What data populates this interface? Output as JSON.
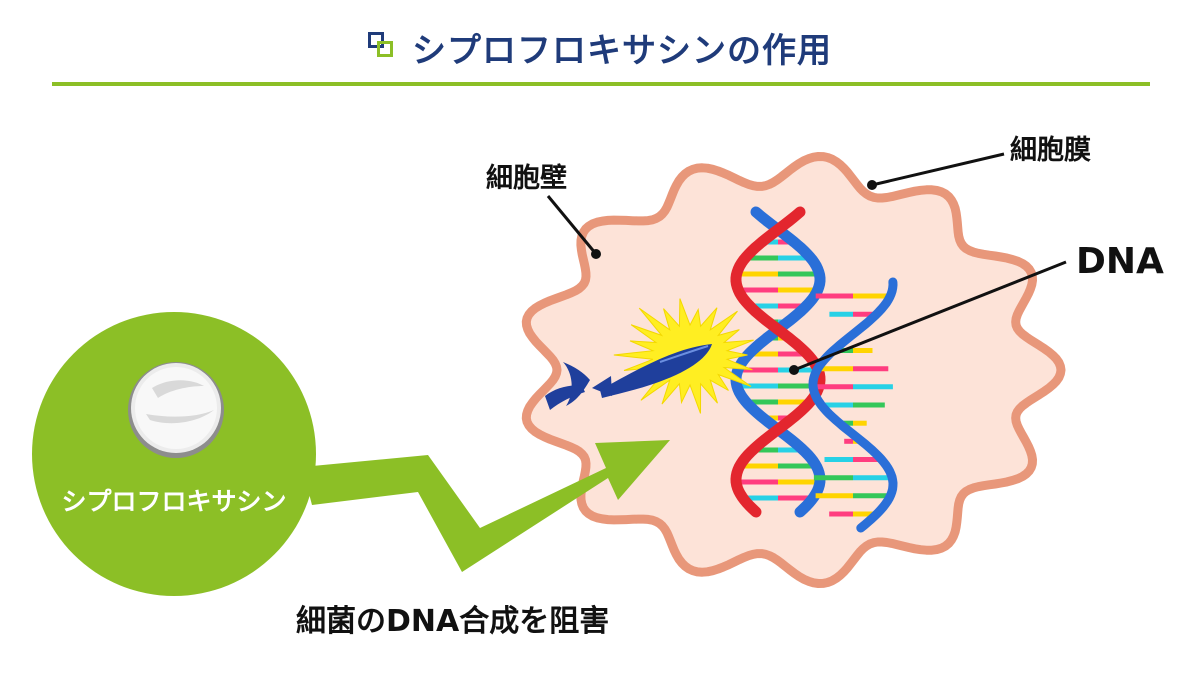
{
  "header": {
    "title": "シプロフロキサシンの作用"
  },
  "labels": {
    "cell_wall": "細胞壁",
    "cell_membrane": "細胞膜",
    "dna": "DNA",
    "drug": "シプロフロキサシン",
    "effect": "細菌のDNA合成を阻害"
  },
  "colors": {
    "title": "#1f3b7a",
    "accent_green": "#8cbf26",
    "cell_fill": "#fde3d8",
    "cell_outline": "#e8977a",
    "dna_red": "#e3262e",
    "dna_blue": "#2a6fd8",
    "sword": "#1f3f9c",
    "burst": "#ffee22"
  }
}
